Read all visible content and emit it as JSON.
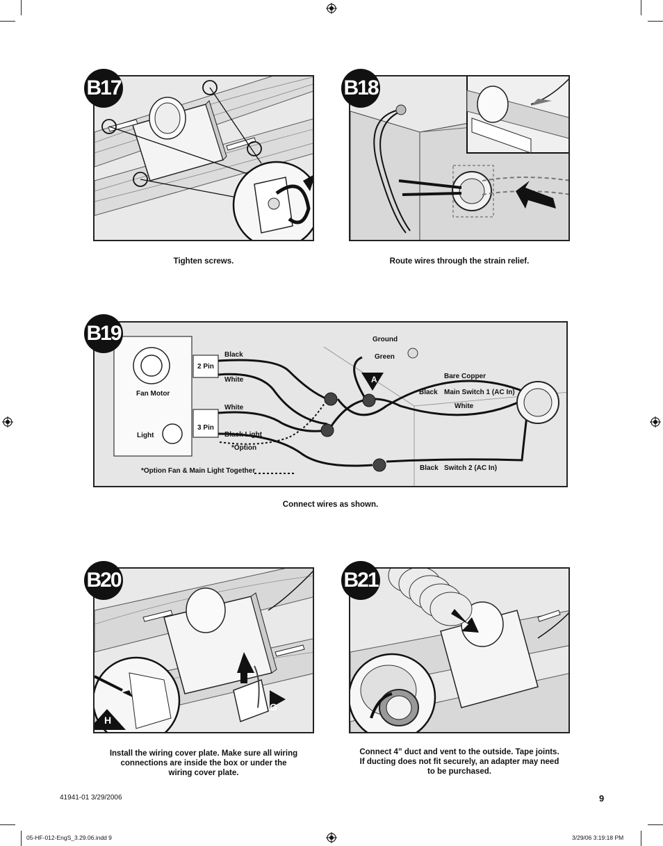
{
  "steps": {
    "b17": {
      "badge": "B17",
      "caption": "Tighten screws."
    },
    "b18": {
      "badge": "B18",
      "caption": "Route wires through the strain relief."
    },
    "b19": {
      "badge": "B19",
      "caption": "Connect wires as shown.",
      "labels": {
        "fan_motor": "Fan Motor",
        "light": "Light",
        "two_pin": "2 Pin",
        "three_pin": "3 Pin",
        "black_top": "Black",
        "white_top": "White",
        "white_mid": "White",
        "black_light": "Black   Light",
        "option": "*Option",
        "option_note": "*Option Fan & Main Light Together",
        "ground": "Ground",
        "green": "Green",
        "marker_a": "A",
        "bare_copper": "Bare Copper",
        "black_main": "Black",
        "main_switch": "Main Switch 1 (AC In)",
        "white_right": "White",
        "black_sw2": "Black",
        "switch2": "Switch 2 (AC In)"
      }
    },
    "b20": {
      "badge": "B20",
      "marker_h": "H",
      "marker_g": "G",
      "caption_lines": [
        "Install the wiring cover plate. Make sure all wiring",
        "connections are inside the box or under the",
        "wiring cover plate."
      ]
    },
    "b21": {
      "badge": "B21",
      "caption_lines": [
        "Connect 4” duct and vent to the outside. Tape joints.",
        "If ducting does not fit securely, an adapter may need",
        "to be purchased."
      ]
    }
  },
  "footer": {
    "doc_id": "41941-01   3/29/2006",
    "page_number": "9",
    "file_slug": "05-HF-012-EngS_3.29.06.indd   9",
    "timestamp": "3/29/06   3:19:18 PM"
  }
}
